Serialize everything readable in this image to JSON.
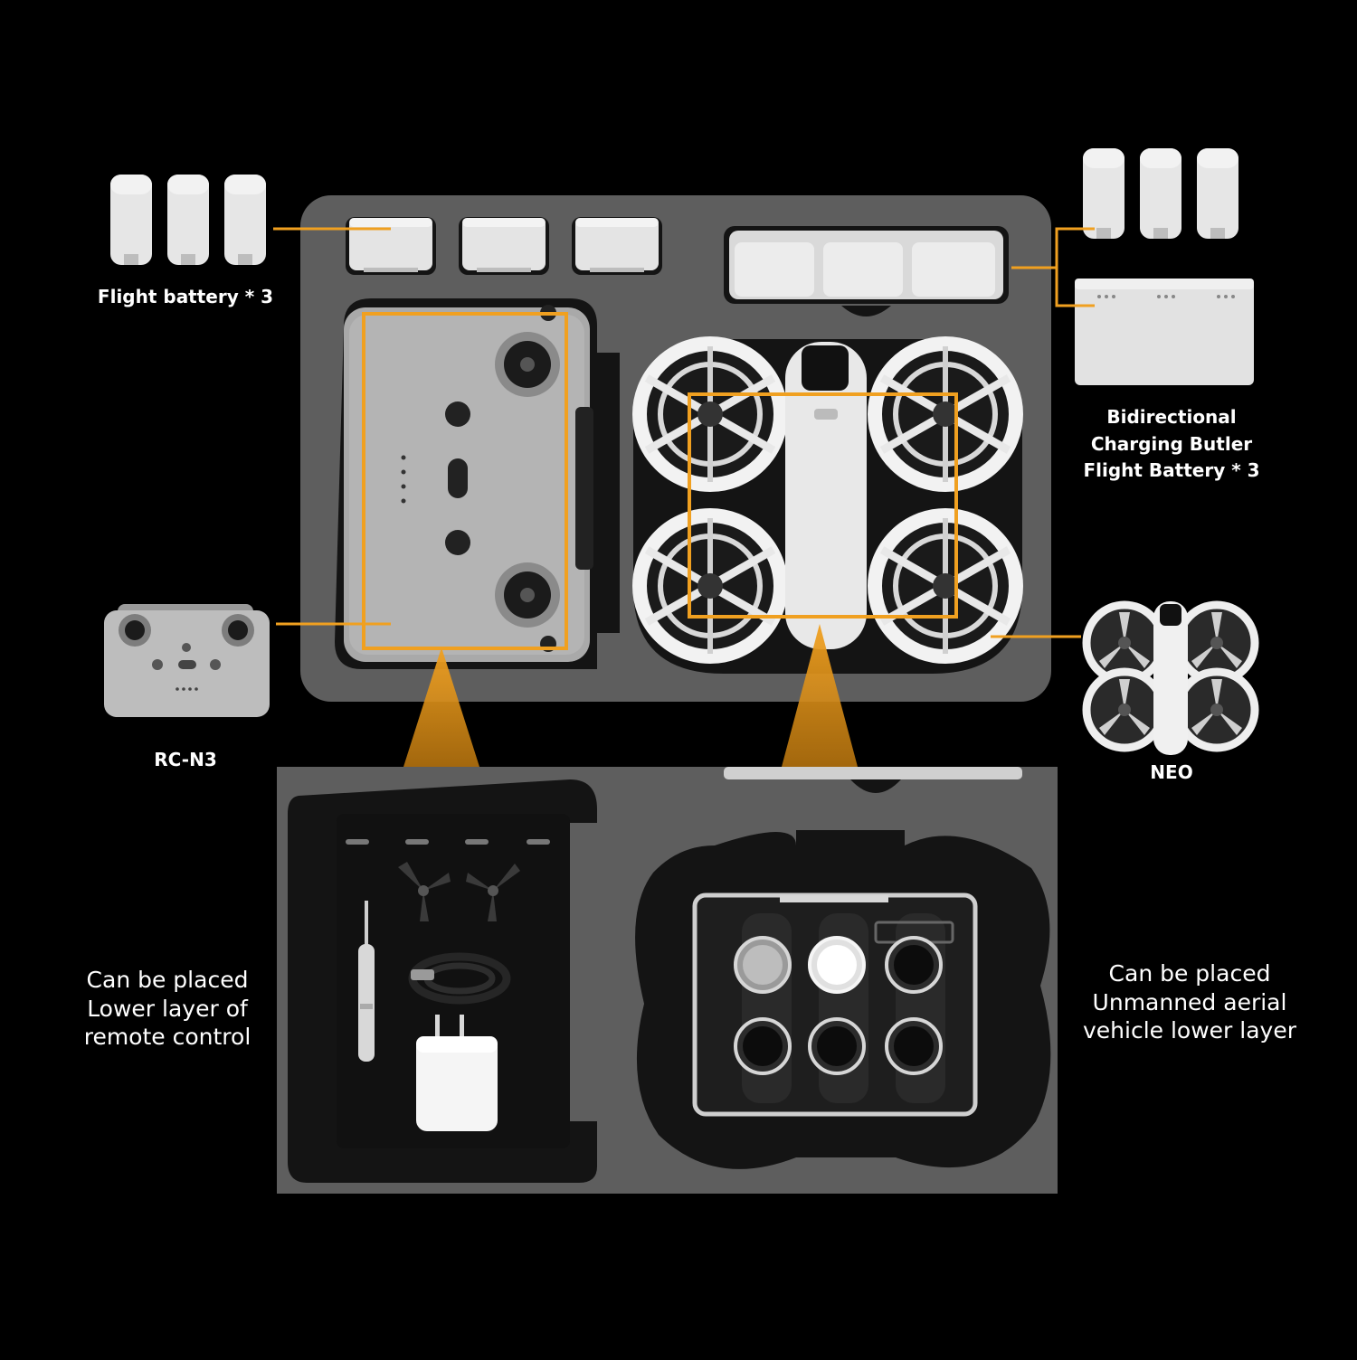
{
  "labels": {
    "flight_battery": "Flight battery * 3",
    "charging_butler": "Bidirectional\nCharging Butler\nFlight Battery * 3",
    "remote": "RC-N3",
    "drone": "NEO",
    "lower_remote": "Can be placed\nLower layer of\nremote control",
    "lower_drone": "Can be placed\nUnmanned aerial\nvehicle lower layer"
  },
  "colors": {
    "background": "#000000",
    "foam": "#5e5e5e",
    "foam_dark": "#141414",
    "device": "#e6e6e6",
    "accent": "#f0a020",
    "text": "#ffffff"
  },
  "icons": [
    "battery-icon",
    "charging-hub-icon",
    "remote-controller-icon",
    "drone-icon",
    "propeller-icon",
    "screwdriver-icon",
    "usb-cable-icon",
    "power-adapter-icon",
    "nd-filter-icon"
  ]
}
